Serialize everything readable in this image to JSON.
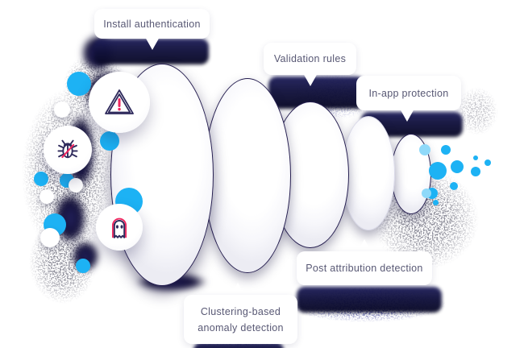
{
  "diagram": {
    "type": "funnel-illustration",
    "stages": [
      {
        "id": "install-authentication",
        "label": "Install authentication"
      },
      {
        "id": "validation-rules",
        "label": "Validation rules"
      },
      {
        "id": "in-app-protection",
        "label": "In-app protection"
      },
      {
        "id": "post-attribution-detection",
        "label": "Post attribution detection"
      },
      {
        "id": "clustering-based-anomaly-detection",
        "label": "Clustering-based anomaly detection"
      }
    ]
  },
  "tooltips": {
    "install_auth": {
      "label": "Install authentication"
    },
    "validation": {
      "label": "Validation rules"
    },
    "in_app": {
      "label": "In-app protection"
    },
    "post_attribution": {
      "label": "Post attribution detection"
    },
    "clustering": {
      "line1": "Clustering-based",
      "line2": "anomaly detection"
    }
  },
  "icons": [
    {
      "name": "warning-triangle-icon"
    },
    {
      "name": "bug-icon"
    },
    {
      "name": "ghost-icon"
    }
  ],
  "colors": {
    "background": "#ffffff",
    "accent_blue": "#1db2f4",
    "accent_pink": "#f0265f",
    "icon_stroke_navy": "#2f2a5c",
    "shadow_navy": "#10102f",
    "tooltip_text": "#585874",
    "funnel_fill": "#ffffff",
    "funnel_outline": "#241d4f"
  }
}
